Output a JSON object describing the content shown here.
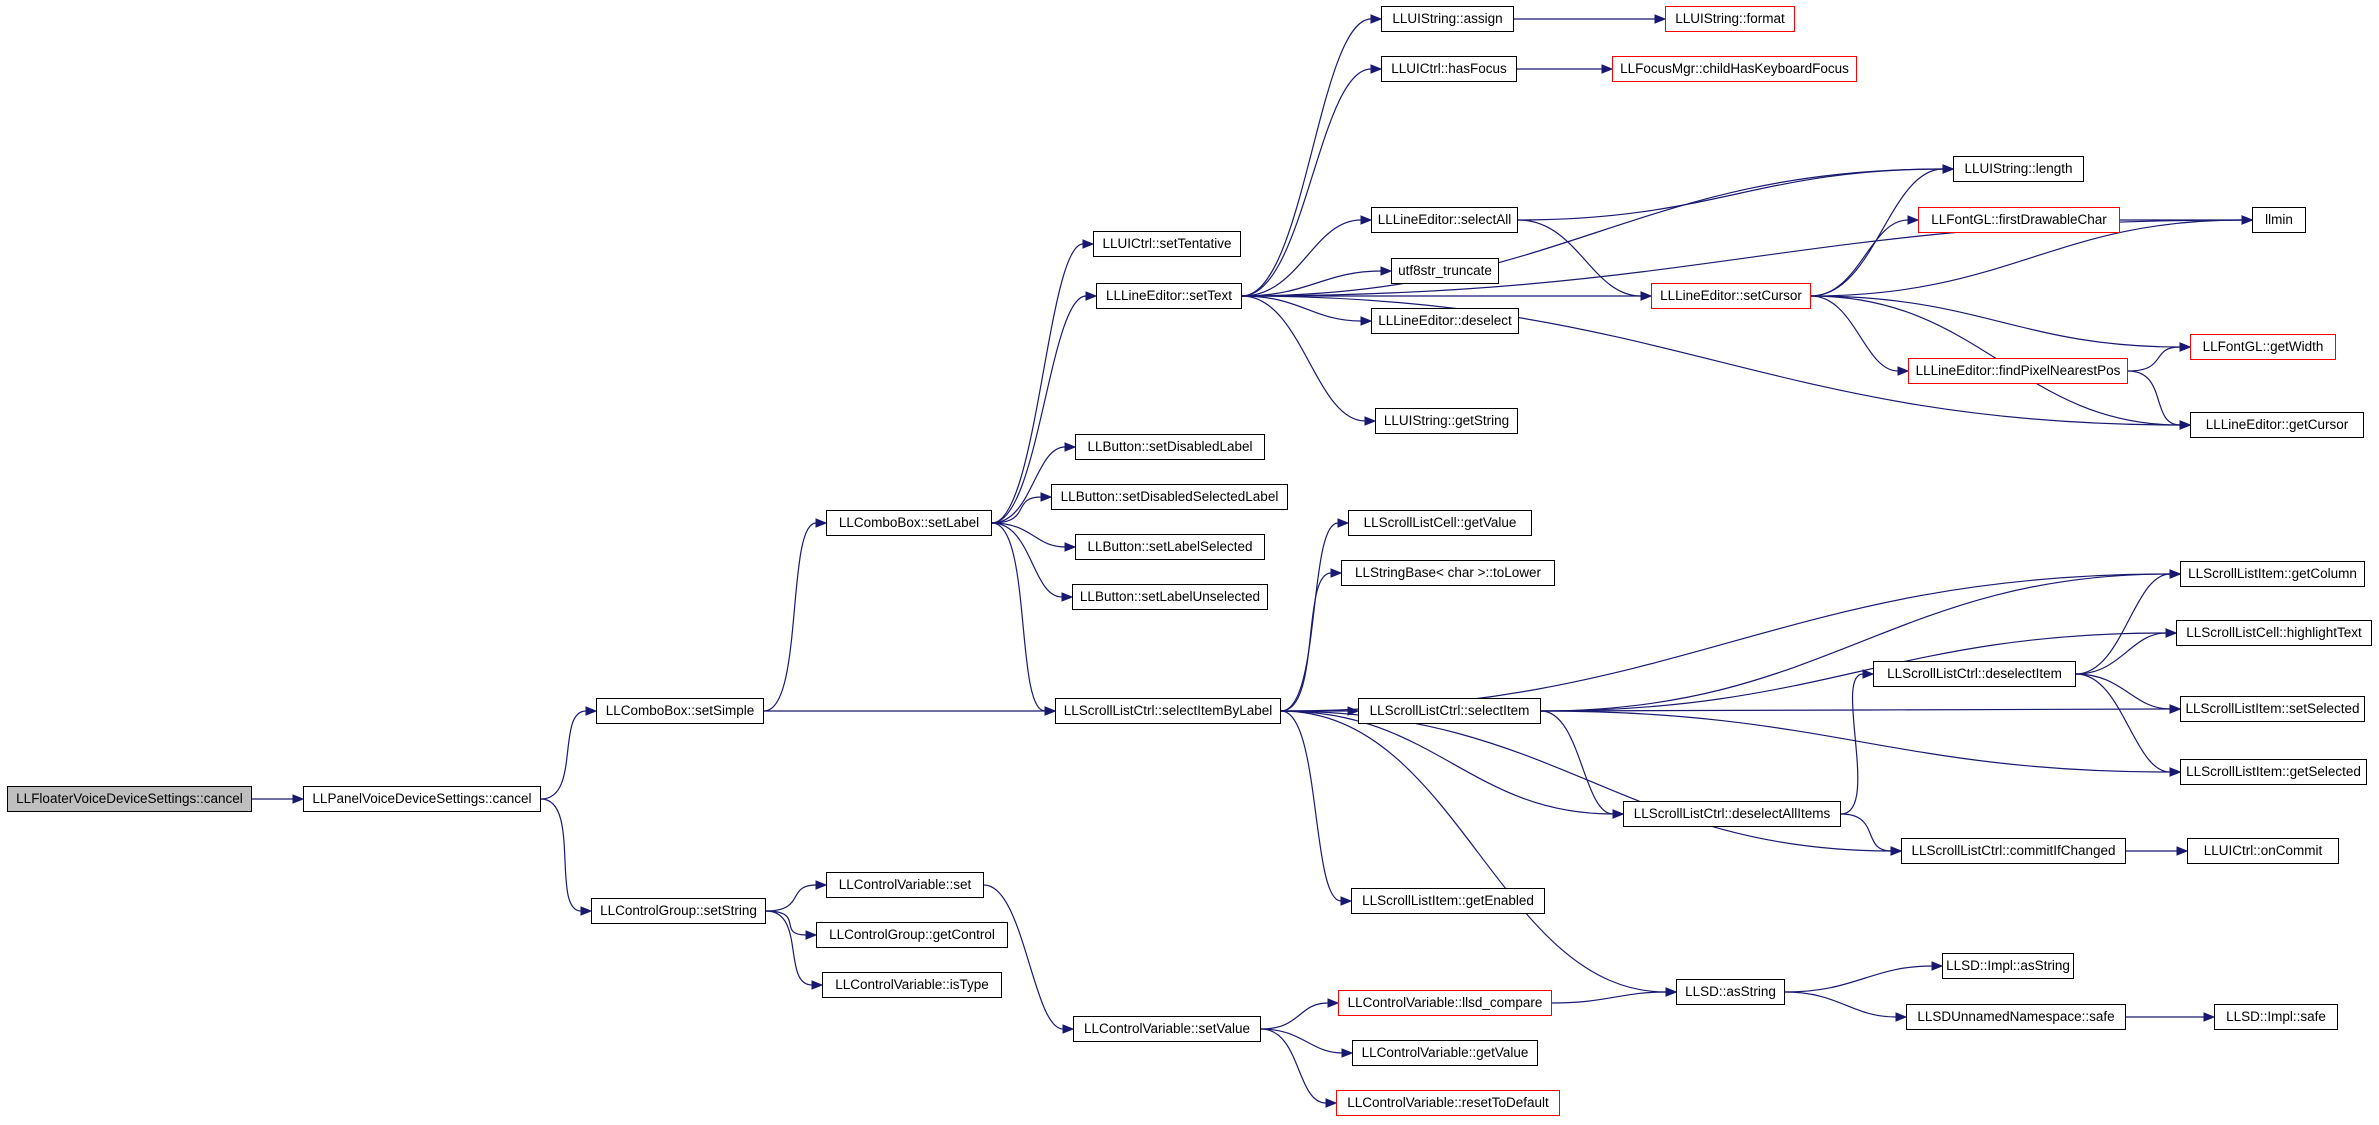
{
  "colors": {
    "edge": "#191970",
    "root_fill": "#bfbfbf",
    "linked_border": "#000000",
    "undocumented_border": "#ff0000"
  },
  "nodes": [
    {
      "id": "n0",
      "label": "LLFloaterVoiceDeviceSettings::cancel",
      "style": "root"
    },
    {
      "id": "n1",
      "label": "LLPanelVoiceDeviceSettings::cancel",
      "style": "normal"
    },
    {
      "id": "n2",
      "label": "LLComboBox::setSimple",
      "style": "normal"
    },
    {
      "id": "n3",
      "label": "LLControlGroup::setString",
      "style": "normal"
    },
    {
      "id": "n4",
      "label": "LLComboBox::setLabel",
      "style": "normal"
    },
    {
      "id": "n5",
      "label": "LLScrollListCtrl::selectItemByLabel",
      "style": "normal"
    },
    {
      "id": "n6",
      "label": "LLControlVariable::set",
      "style": "normal"
    },
    {
      "id": "n7",
      "label": "LLControlGroup::getControl",
      "style": "normal"
    },
    {
      "id": "n8",
      "label": "LLControlVariable::isType",
      "style": "normal"
    },
    {
      "id": "n9",
      "label": "LLUICtrl::setTentative",
      "style": "normal"
    },
    {
      "id": "n10",
      "label": "LLLineEditor::setText",
      "style": "normal"
    },
    {
      "id": "n11",
      "label": "LLButton::setDisabledLabel",
      "style": "normal"
    },
    {
      "id": "n12",
      "label": "LLButton::setDisabledSelectedLabel",
      "style": "normal"
    },
    {
      "id": "n13",
      "label": "LLButton::setLabelSelected",
      "style": "normal"
    },
    {
      "id": "n14",
      "label": "LLButton::setLabelUnselected",
      "style": "normal"
    },
    {
      "id": "n15",
      "label": "LLControlVariable::setValue",
      "style": "normal"
    },
    {
      "id": "n16",
      "label": "LLUIString::assign",
      "style": "normal"
    },
    {
      "id": "n17",
      "label": "LLUICtrl::hasFocus",
      "style": "normal"
    },
    {
      "id": "n18",
      "label": "LLLineEditor::selectAll",
      "style": "normal"
    },
    {
      "id": "n19",
      "label": "utf8str_truncate",
      "style": "normal"
    },
    {
      "id": "n20",
      "label": "LLLineEditor::deselect",
      "style": "normal"
    },
    {
      "id": "n21",
      "label": "LLUIString::getString",
      "style": "normal"
    },
    {
      "id": "n22",
      "label": "LLScrollListCell::getValue",
      "style": "normal"
    },
    {
      "id": "n23",
      "label": "LLStringBase< char >::toLower",
      "style": "normal"
    },
    {
      "id": "n24",
      "label": "LLScrollListCtrl::selectItem",
      "style": "normal"
    },
    {
      "id": "n25",
      "label": "LLScrollListItem::getEnabled",
      "style": "normal"
    },
    {
      "id": "n26",
      "label": "LLControlVariable::llsd_compare",
      "style": "red"
    },
    {
      "id": "n27",
      "label": "LLControlVariable::getValue",
      "style": "normal"
    },
    {
      "id": "n28",
      "label": "LLControlVariable::resetToDefault",
      "style": "red"
    },
    {
      "id": "n29",
      "label": "LLUIString::format",
      "style": "red"
    },
    {
      "id": "n30",
      "label": "LLFocusMgr::childHasKeyboardFocus",
      "style": "red"
    },
    {
      "id": "n31",
      "label": "LLLineEditor::setCursor",
      "style": "red"
    },
    {
      "id": "n32",
      "label": "LLScrollListCtrl::deselectAllItems",
      "style": "normal"
    },
    {
      "id": "n33",
      "label": "LLScrollListCtrl::commitIfChanged",
      "style": "normal"
    },
    {
      "id": "n34",
      "label": "LLSD::asString",
      "style": "normal"
    },
    {
      "id": "n35",
      "label": "LLUIString::length",
      "style": "normal"
    },
    {
      "id": "n36",
      "label": "LLFontGL::firstDrawableChar",
      "style": "red"
    },
    {
      "id": "n37",
      "label": "LLLineEditor::findPixelNearestPos",
      "style": "red"
    },
    {
      "id": "n38",
      "label": "LLScrollListCtrl::deselectItem",
      "style": "normal"
    },
    {
      "id": "n39",
      "label": "LLSD::Impl::asString",
      "style": "normal"
    },
    {
      "id": "n40",
      "label": "LLSDUnnamedNamespace::safe",
      "style": "normal"
    },
    {
      "id": "n41",
      "label": "llmin",
      "style": "normal"
    },
    {
      "id": "n42",
      "label": "LLFontGL::getWidth",
      "style": "red"
    },
    {
      "id": "n43",
      "label": "LLLineEditor::getCursor",
      "style": "normal"
    },
    {
      "id": "n44",
      "label": "LLScrollListItem::getColumn",
      "style": "normal"
    },
    {
      "id": "n45",
      "label": "LLScrollListCell::highlightText",
      "style": "normal"
    },
    {
      "id": "n46",
      "label": "LLScrollListItem::setSelected",
      "style": "normal"
    },
    {
      "id": "n47",
      "label": "LLScrollListItem::getSelected",
      "style": "normal"
    },
    {
      "id": "n48",
      "label": "LLUICtrl::onCommit",
      "style": "normal"
    },
    {
      "id": "n49",
      "label": "LLSD::Impl::safe",
      "style": "normal"
    }
  ],
  "edges": [
    [
      "n0",
      "n1"
    ],
    [
      "n1",
      "n2"
    ],
    [
      "n1",
      "n3"
    ],
    [
      "n2",
      "n4"
    ],
    [
      "n2",
      "n5"
    ],
    [
      "n3",
      "n6"
    ],
    [
      "n3",
      "n7"
    ],
    [
      "n3",
      "n8"
    ],
    [
      "n4",
      "n9"
    ],
    [
      "n4",
      "n10"
    ],
    [
      "n4",
      "n11"
    ],
    [
      "n4",
      "n12"
    ],
    [
      "n4",
      "n13"
    ],
    [
      "n4",
      "n14"
    ],
    [
      "n4",
      "n5"
    ],
    [
      "n6",
      "n15"
    ],
    [
      "n10",
      "n16"
    ],
    [
      "n10",
      "n17"
    ],
    [
      "n10",
      "n41"
    ],
    [
      "n10",
      "n35"
    ],
    [
      "n10",
      "n18"
    ],
    [
      "n10",
      "n19"
    ],
    [
      "n10",
      "n20"
    ],
    [
      "n10",
      "n31"
    ],
    [
      "n10",
      "n21"
    ],
    [
      "n10",
      "n43"
    ],
    [
      "n16",
      "n29"
    ],
    [
      "n17",
      "n30"
    ],
    [
      "n18",
      "n35"
    ],
    [
      "n18",
      "n31"
    ],
    [
      "n31",
      "n35"
    ],
    [
      "n31",
      "n36"
    ],
    [
      "n31",
      "n41"
    ],
    [
      "n31",
      "n42"
    ],
    [
      "n31",
      "n37"
    ],
    [
      "n31",
      "n43"
    ],
    [
      "n36",
      "n41"
    ],
    [
      "n37",
      "n42"
    ],
    [
      "n37",
      "n43"
    ],
    [
      "n5",
      "n22"
    ],
    [
      "n5",
      "n23"
    ],
    [
      "n5",
      "n44"
    ],
    [
      "n5",
      "n24"
    ],
    [
      "n5",
      "n32"
    ],
    [
      "n5",
      "n33"
    ],
    [
      "n5",
      "n25"
    ],
    [
      "n5",
      "n34"
    ],
    [
      "n24",
      "n44"
    ],
    [
      "n24",
      "n45"
    ],
    [
      "n24",
      "n46"
    ],
    [
      "n24",
      "n47"
    ],
    [
      "n24",
      "n32"
    ],
    [
      "n32",
      "n38"
    ],
    [
      "n32",
      "n33"
    ],
    [
      "n38",
      "n44"
    ],
    [
      "n38",
      "n45"
    ],
    [
      "n38",
      "n46"
    ],
    [
      "n38",
      "n47"
    ],
    [
      "n33",
      "n48"
    ],
    [
      "n15",
      "n26"
    ],
    [
      "n15",
      "n27"
    ],
    [
      "n15",
      "n28"
    ],
    [
      "n26",
      "n34"
    ],
    [
      "n34",
      "n39"
    ],
    [
      "n34",
      "n40"
    ],
    [
      "n40",
      "n49"
    ]
  ]
}
